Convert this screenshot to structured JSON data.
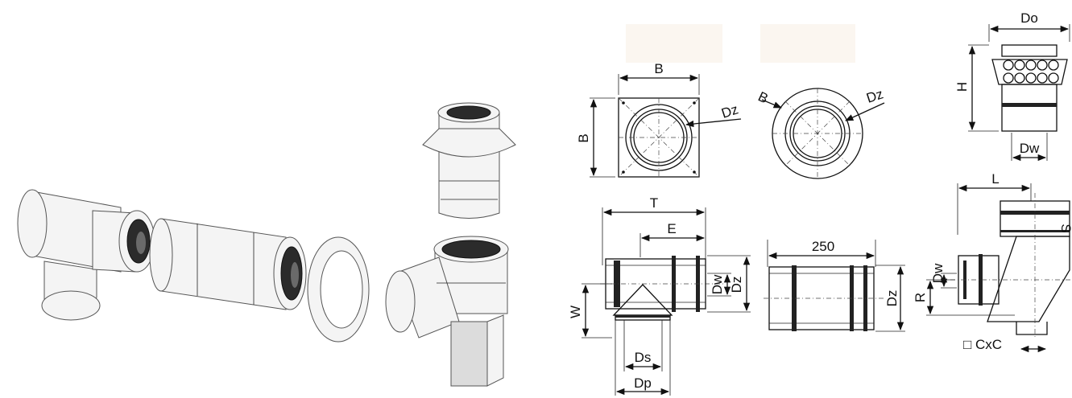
{
  "figure": {
    "colors": {
      "line": "#111111",
      "part_fill": "#f4f4f4",
      "part_shadow": "#dcdcdc",
      "bore": "#2b2b2b",
      "tint": "#fbf6f0"
    }
  },
  "views": {
    "square_plate": {
      "width_label": "B",
      "height_label": "B",
      "diameter_label": "Dz"
    },
    "round_plate": {
      "ring_label": "B",
      "diameter_label": "Dz"
    },
    "cap": {
      "top_label": "Do",
      "height_label": "H",
      "bottom_label": "Dw"
    },
    "tee": {
      "length_label": "T",
      "offset_label": "E",
      "inner_label": "Dw",
      "outer_label": "Dz",
      "drop_label": "W",
      "branch_inner_label": "Ds",
      "branch_outer_label": "Dp"
    },
    "pipe": {
      "length_label": "250",
      "diameter_label": "Dz"
    },
    "elbow": {
      "length_label": "L",
      "side_label": "S",
      "inner_label": "Dw",
      "height_label": "R",
      "base_label": "□ CxC"
    }
  }
}
